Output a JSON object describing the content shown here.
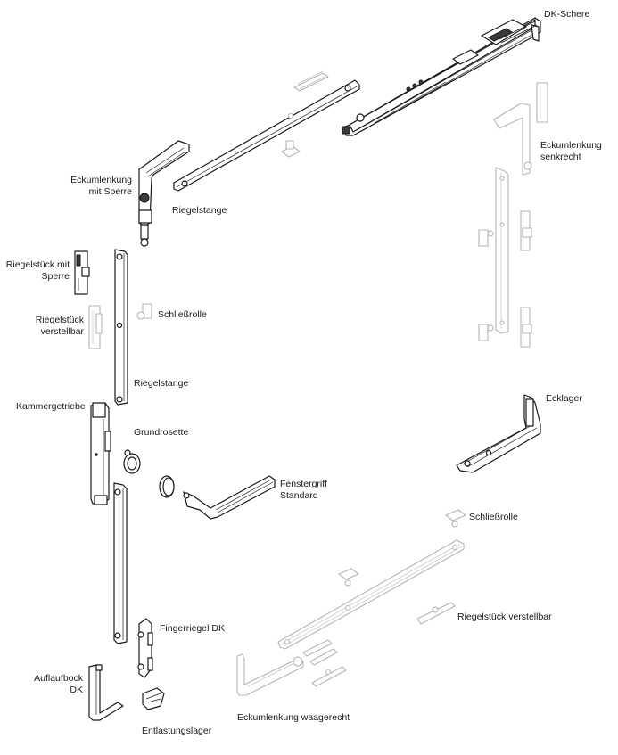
{
  "diagram": {
    "title": "Dreh-Kipp-Beschlag Explosionszeichnung",
    "style": {
      "dark_part": "#1a1a1a",
      "faded_part": "#b4b4b4",
      "label_color": "#1a1a1a",
      "background": "#ffffff"
    },
    "labels": {
      "dk_schere": [
        "DK-Schere"
      ],
      "eckumlenkung_mit_sperre": [
        "Eckumlenkung",
        "mit Sperre"
      ],
      "riegelstange_top": [
        "Riegelstange"
      ],
      "eckumlenkung_senkrecht": [
        "Eckumlenkung",
        "senkrecht"
      ],
      "riegelstueck_mit_sperre": [
        "Riegelstück mit",
        "Sperre"
      ],
      "schliessrolle_left": [
        "Schließrolle"
      ],
      "riegelstueck_verstellbar_left": [
        "Riegelstück",
        "verstellbar"
      ],
      "riegelstange_mid": [
        "Riegelstange"
      ],
      "kammergetriebe": [
        "Kammergetriebe"
      ],
      "grundrosette": [
        "Grundrosette"
      ],
      "ecklager": [
        "Ecklager"
      ],
      "fenstergriff": [
        "Fenstergriff",
        "Standard"
      ],
      "schliessrolle_right": [
        "Schließrolle"
      ],
      "riegelstueck_verstellbar_right": [
        "Riegelstück verstellbar"
      ],
      "fingerriegel": [
        "Fingerriegel DK"
      ],
      "auflaufbock": [
        "Auflaufbock",
        "DK"
      ],
      "eckumlenkung_waagerecht": [
        "Eckumlenkung waagerecht"
      ],
      "entlastungslager": [
        "Entlastungslager"
      ]
    }
  }
}
